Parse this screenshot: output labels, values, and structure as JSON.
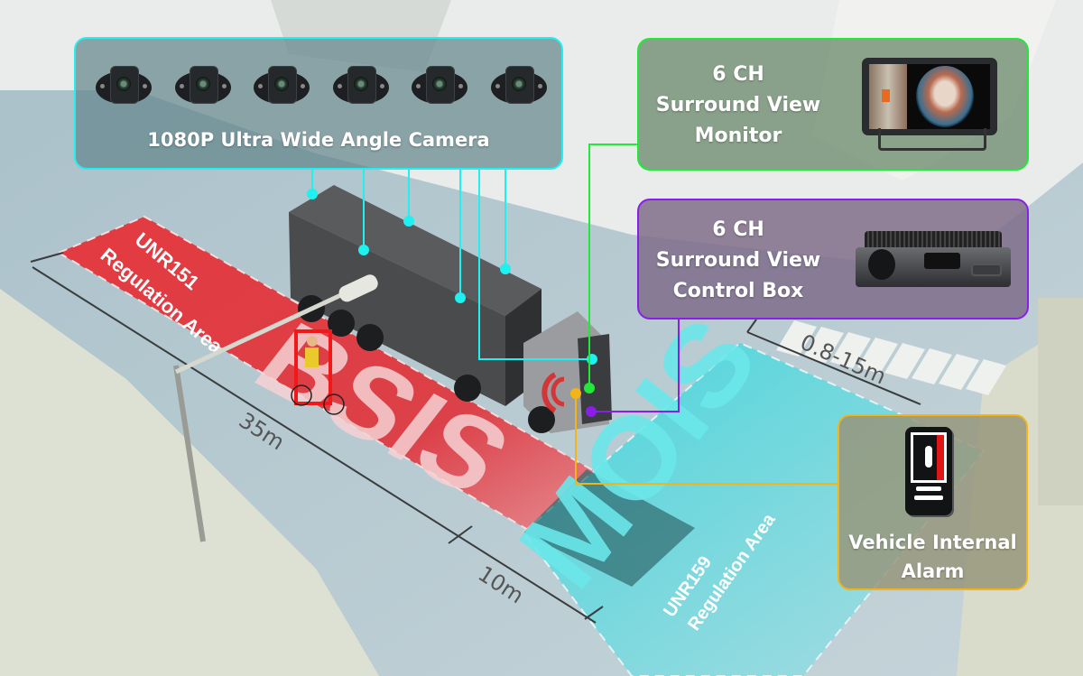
{
  "panels": {
    "camera": {
      "title": "1080P Ultra Wide Angle Camera",
      "count": 6,
      "border_color": "#1ff0f0"
    },
    "monitor": {
      "lines": [
        "6 CH",
        "Surround View",
        "Monitor"
      ],
      "border_color": "#22e83a"
    },
    "control_box": {
      "lines": [
        "6 CH",
        "Surround View",
        "Control Box"
      ],
      "border_color": "#8a1ee8"
    },
    "alarm": {
      "lines": [
        "Vehicle Internal",
        "Alarm"
      ],
      "border_color": "#f2b416"
    }
  },
  "zones": {
    "bsis": {
      "word": "BSIS",
      "label_line1": "UNR151",
      "label_line2": "Regulation Area",
      "color": "#e2363c"
    },
    "mois": {
      "word": "MOIS",
      "label_line1": "UNR159",
      "label_line2": "Regulation Area",
      "color": "#3fd3d8"
    }
  },
  "measurements": {
    "side_length": "35m",
    "front_offset": "10m",
    "front_range": "0.8-15m"
  }
}
